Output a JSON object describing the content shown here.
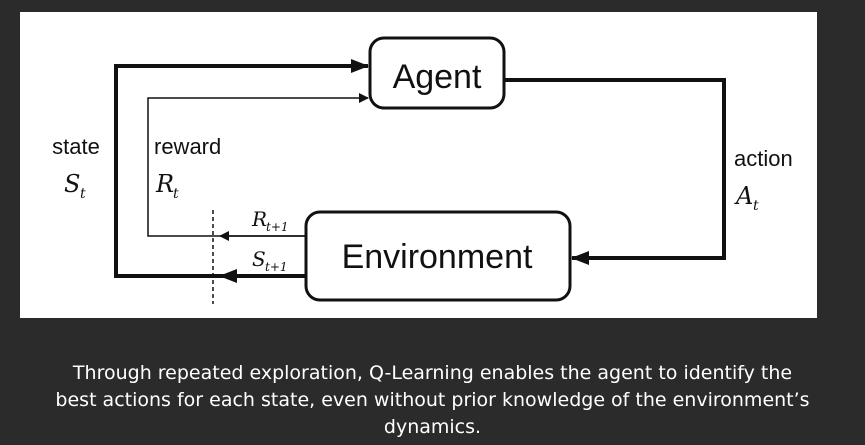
{
  "diagram": {
    "agent_label": "Agent",
    "environment_label": "Environment",
    "state_word": "state",
    "state_symbol": "S",
    "state_sub": "t",
    "reward_word": "reward",
    "reward_symbol": "R",
    "reward_sub": "t",
    "action_word": "action",
    "action_symbol": "A",
    "action_sub": "t",
    "next_reward_symbol": "R",
    "next_reward_sub": "t+1",
    "next_state_symbol": "S",
    "next_state_sub": "t+1"
  },
  "caption": {
    "line1": "Through repeated exploration, Q-Learning enables the agent to identify the",
    "line2": "best actions for each state, even without prior knowledge of the environment’s",
    "line3": "dynamics."
  }
}
